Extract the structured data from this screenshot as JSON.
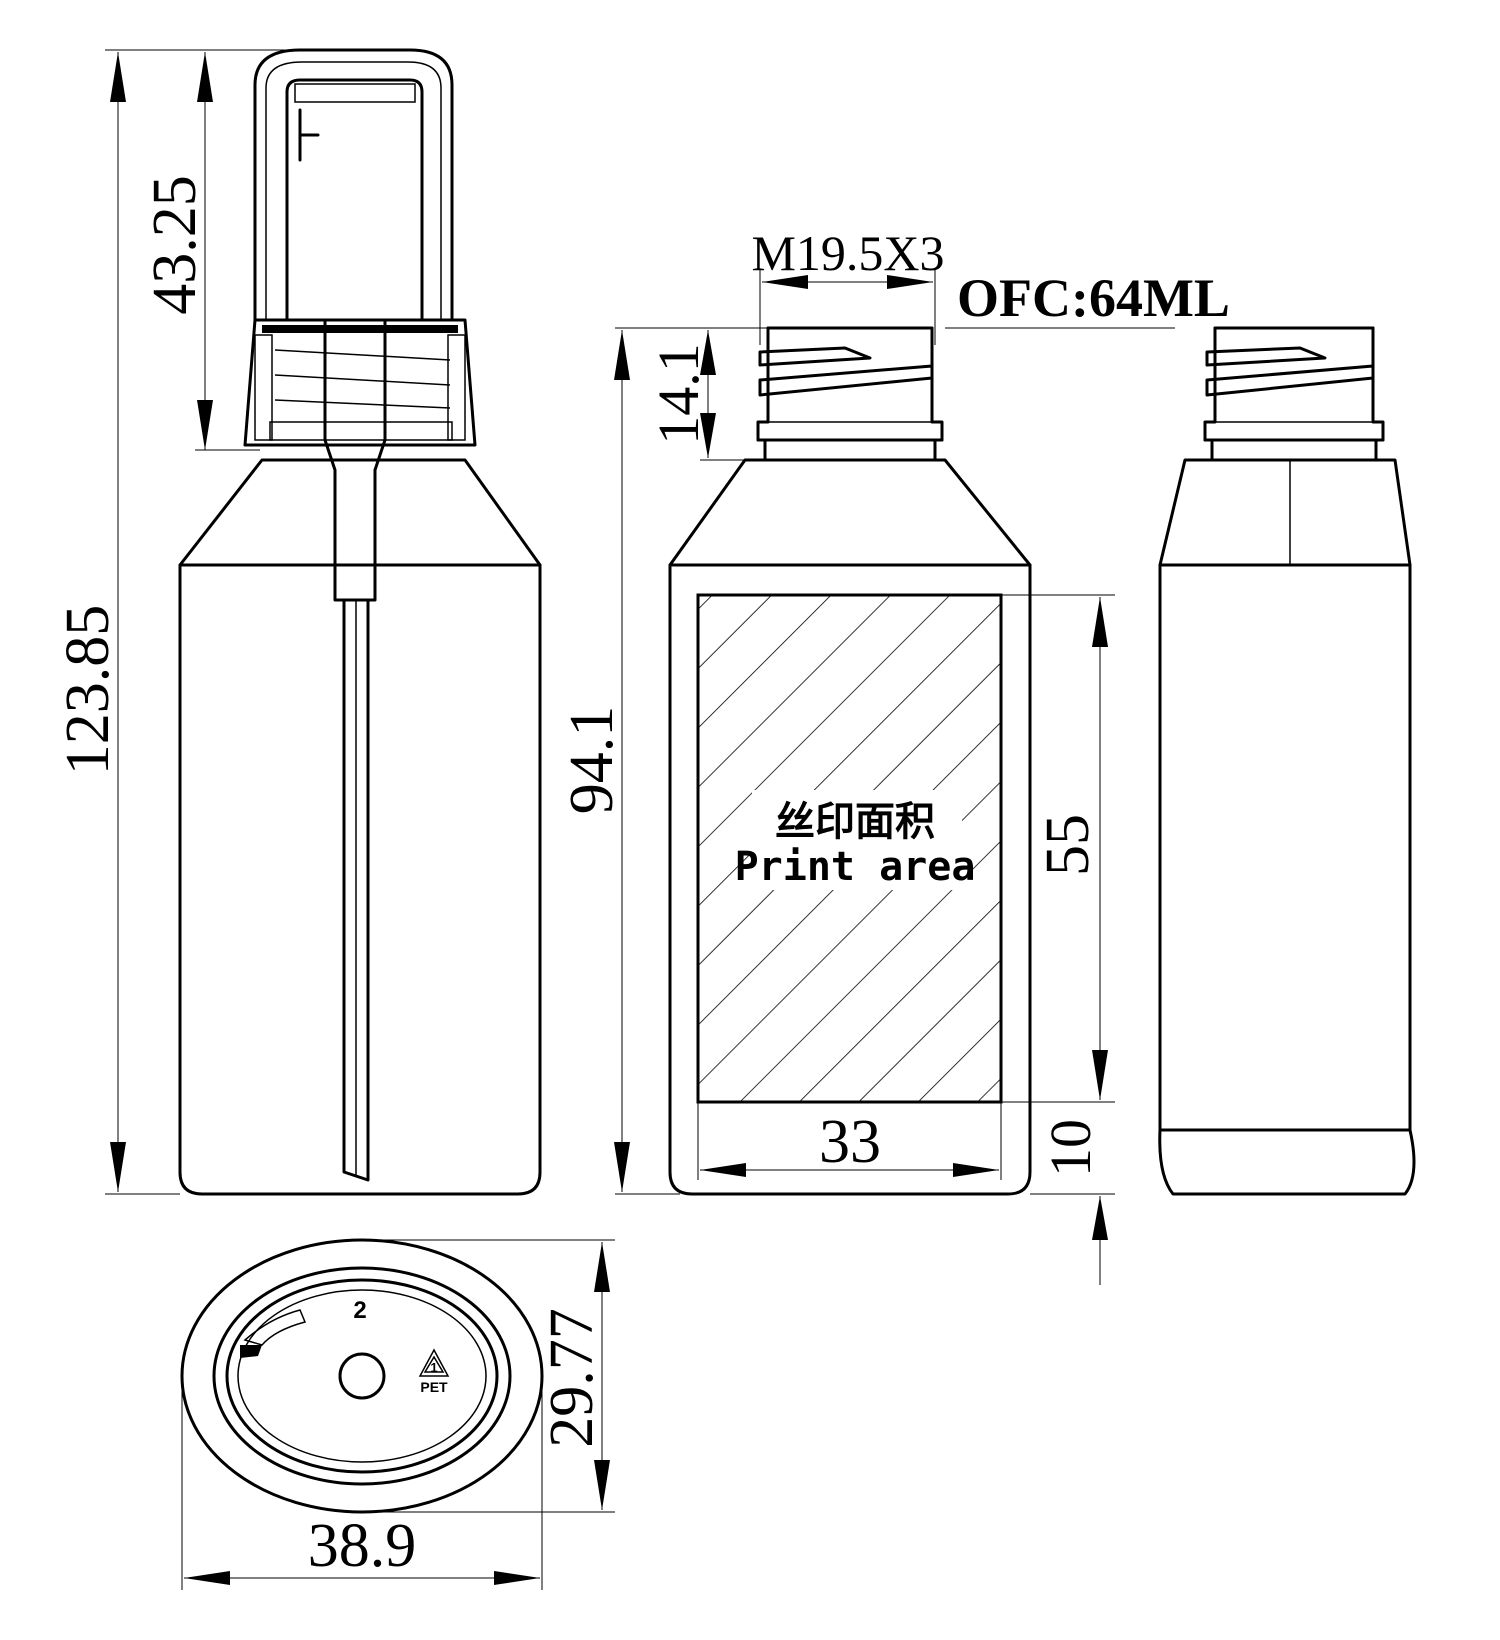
{
  "dimensions": {
    "total_height": "123.85",
    "pump_height": "43.25",
    "body_height": "94.1",
    "neck_height": "14.1",
    "thread": "M19.5X3",
    "capacity": "OFC:64ML",
    "print_height": "55",
    "bottom_margin": "10",
    "print_width": "33",
    "base_depth": "29.77",
    "base_width": "38.9"
  },
  "print_area": {
    "label_cn": "丝印面积",
    "label_en": "Print area"
  },
  "base_marks": {
    "cavity_number": "2",
    "recycle_code": "1",
    "material": "PET"
  }
}
